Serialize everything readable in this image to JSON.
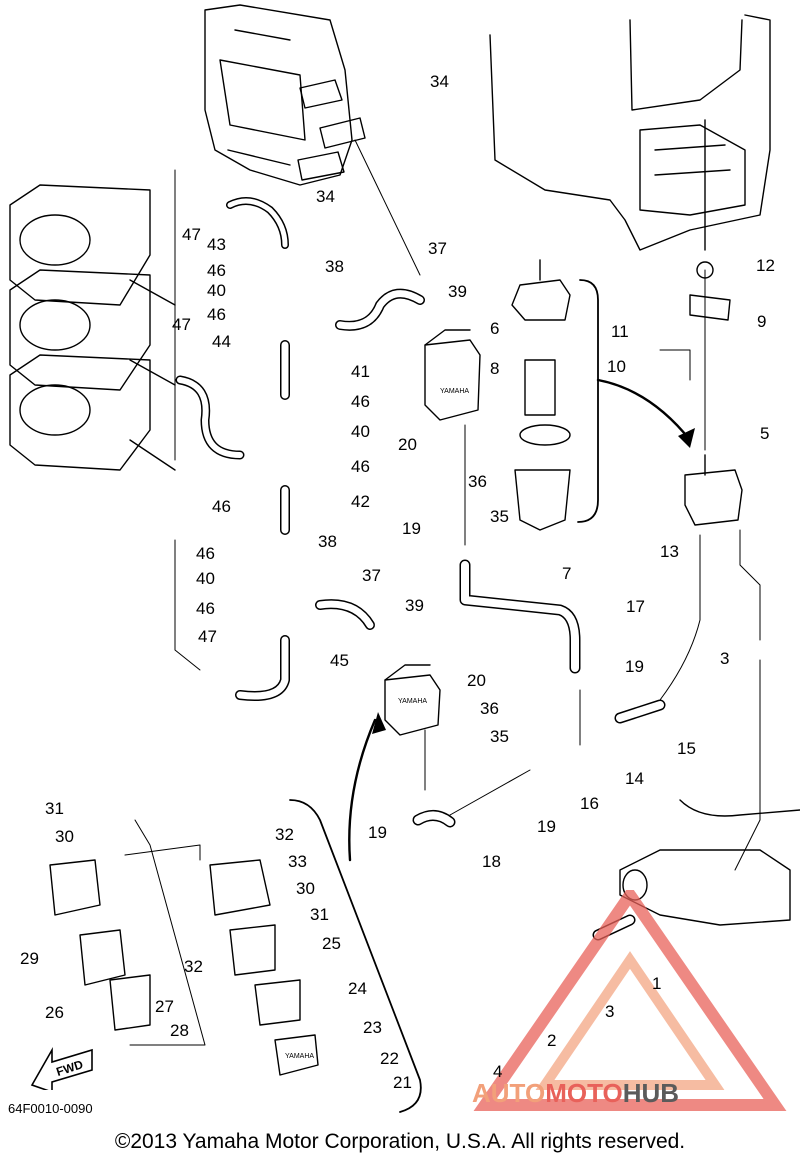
{
  "diagram": {
    "part_code": "64F0010-0090",
    "copyright": "©2013 Yamaha Motor Corporation, U.S.A. All rights reserved.",
    "fwd_label": "FWD",
    "pump_label": "YAMAHA",
    "watermark": {
      "part1": "AUTO",
      "part2": "MOTO",
      "part3": "HUB"
    },
    "callouts": [
      "1",
      "2",
      "3",
      "3",
      "4",
      "5",
      "6",
      "7",
      "8",
      "9",
      "10",
      "11",
      "12",
      "13",
      "14",
      "15",
      "16",
      "17",
      "18",
      "19",
      "19",
      "19",
      "19",
      "20",
      "20",
      "21",
      "22",
      "23",
      "24",
      "25",
      "26",
      "27",
      "28",
      "29",
      "30",
      "30",
      "31",
      "31",
      "32",
      "32",
      "33",
      "34",
      "34",
      "35",
      "35",
      "36",
      "36",
      "37",
      "37",
      "38",
      "38",
      "39",
      "39",
      "40",
      "40",
      "40",
      "41",
      "42",
      "43",
      "44",
      "45",
      "46",
      "46",
      "46",
      "46",
      "46",
      "46",
      "46",
      "47",
      "47",
      "47"
    ]
  }
}
